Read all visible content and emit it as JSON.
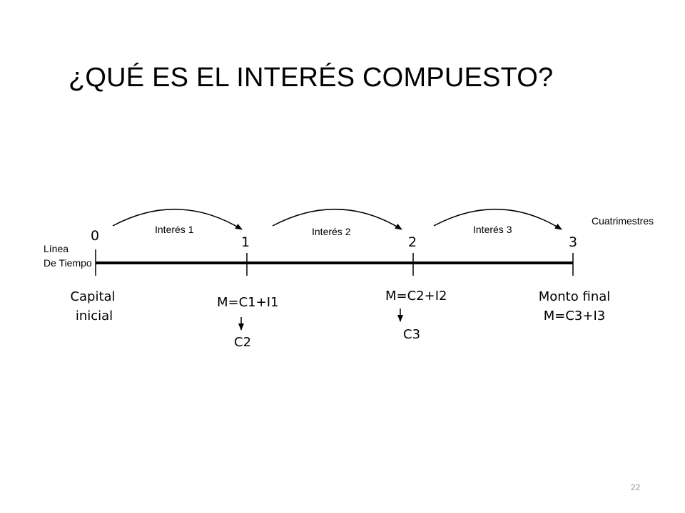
{
  "slide": {
    "title": "¿QUÉ ES EL INTERÉS COMPUESTO?",
    "page_number": "22"
  },
  "timeline": {
    "axis_label_line1": "Línea",
    "axis_label_line2": "De Tiempo",
    "period_unit": "Cuatrimestres",
    "ticks": [
      "0",
      "1",
      "2",
      "3"
    ],
    "interest_arcs": [
      "Interés 1",
      "Interés 2",
      "Interés 3"
    ],
    "start_label_line1": "Capital",
    "start_label_line2": "inicial",
    "amount_1": "M=C1+I1",
    "capital_2": "C2",
    "amount_2": "M=C2+I2",
    "capital_3": "C3",
    "final_label_line1": "Monto final",
    "final_label_line2": "M=C3+I3"
  },
  "colors": {
    "ink": "#000000",
    "page_number": "#9a9a9a",
    "background": "#ffffff"
  }
}
